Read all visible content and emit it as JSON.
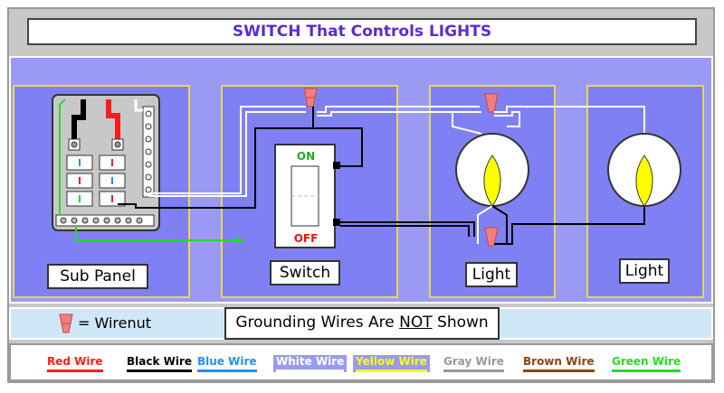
{
  "title": "SWITCH That Controls LIGHTS",
  "panels": {
    "sub_panel": "Sub Panel",
    "switch": "Switch",
    "light_1": "Light",
    "light_2": "Light"
  },
  "switch_labels": {
    "on": "ON",
    "off": "OFF"
  },
  "legend": {
    "wirenut": "= Wirenut",
    "grounding_prefix": "Grounding Wires Are ",
    "grounding_emph": "NOT",
    "grounding_suffix": " Shown"
  },
  "wire_legend": [
    {
      "label": "Red Wire",
      "color": "#ff1a1a"
    },
    {
      "label": "Black Wire",
      "color": "#000000"
    },
    {
      "label": "Blue Wire",
      "color": "#1e90ff"
    },
    {
      "label": "White Wire",
      "color": "#ffffff"
    },
    {
      "label": "Yellow Wire",
      "color": "#ffff00"
    },
    {
      "label": "Gray Wire",
      "color": "#999999"
    },
    {
      "label": "Brown Wire",
      "color": "#8b4513"
    },
    {
      "label": "Green Wire",
      "color": "#22dd22"
    }
  ],
  "colors": {
    "title": "#5b2bd6",
    "board": "#9a9af5",
    "box": "#8080f5",
    "box_border": "#e8d84a",
    "wirenut": "#f08080",
    "bulb_flame": "#ffff00",
    "on_text": "#22aa22",
    "off_text": "#ee1111"
  }
}
